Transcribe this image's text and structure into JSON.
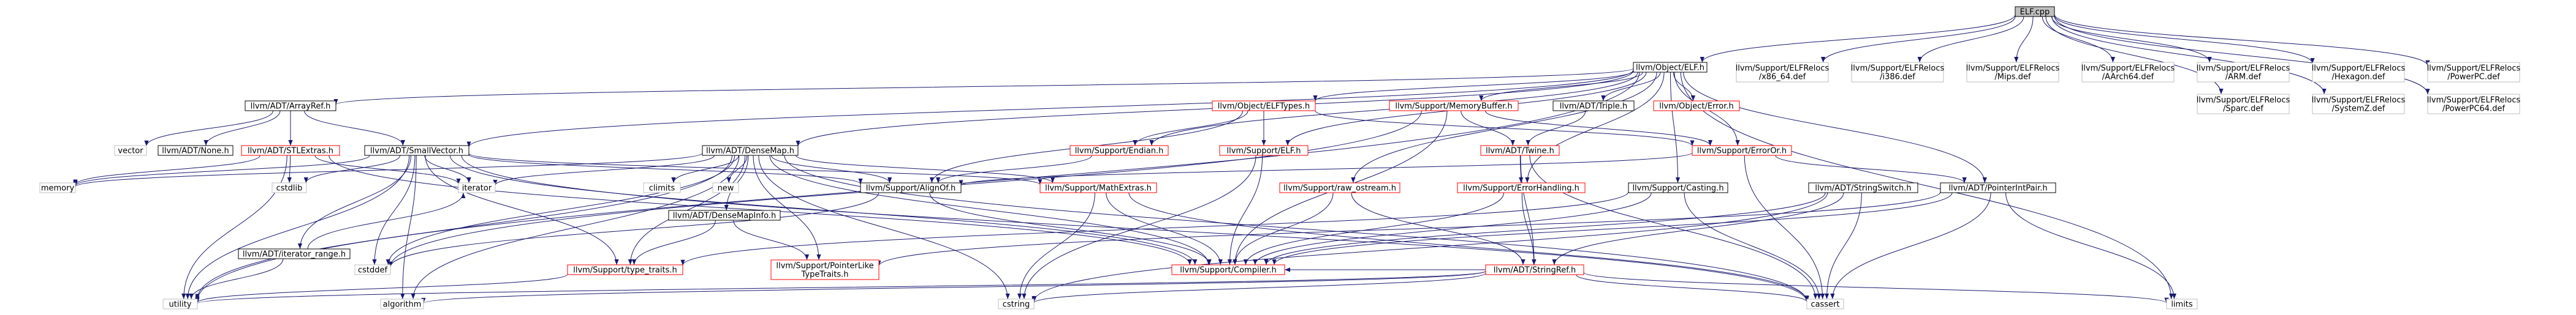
{
  "graph": {
    "colors": {
      "root_fill": "#bfbfbf",
      "node_fill": "#ffffff",
      "doc_border": "#000000",
      "undocumented_border": "#ff0000",
      "external_border": "#bfbfbf",
      "edge": "#191970"
    },
    "nodes": [
      {
        "id": "elf_cpp",
        "lines": [
          "ELF.cpp"
        ],
        "kind": "root"
      },
      {
        "id": "object_elf",
        "lines": [
          "llvm/Object/ELF.h"
        ],
        "kind": "doc"
      },
      {
        "id": "relocs_x86_64",
        "lines": [
          "llvm/Support/ELFRelocs",
          "/x86_64.def"
        ],
        "kind": "external"
      },
      {
        "id": "relocs_i386",
        "lines": [
          "llvm/Support/ELFRelocs",
          "/i386.def"
        ],
        "kind": "external"
      },
      {
        "id": "relocs_mips",
        "lines": [
          "llvm/Support/ELFRelocs",
          "/Mips.def"
        ],
        "kind": "external"
      },
      {
        "id": "relocs_aarch64",
        "lines": [
          "llvm/Support/ELFRelocs",
          "/AArch64.def"
        ],
        "kind": "external"
      },
      {
        "id": "relocs_arm",
        "lines": [
          "llvm/Support/ELFRelocs",
          "/ARM.def"
        ],
        "kind": "external"
      },
      {
        "id": "relocs_hexagon",
        "lines": [
          "llvm/Support/ELFRelocs",
          "/Hexagon.def"
        ],
        "kind": "external"
      },
      {
        "id": "relocs_ppc",
        "lines": [
          "llvm/Support/ELFRelocs",
          "/PowerPC.def"
        ],
        "kind": "external"
      },
      {
        "id": "relocs_ppc64",
        "lines": [
          "llvm/Support/ELFRelocs",
          "/PowerPC64.def"
        ],
        "kind": "external"
      },
      {
        "id": "relocs_systemz",
        "lines": [
          "llvm/Support/ELFRelocs",
          "/SystemZ.def"
        ],
        "kind": "external"
      },
      {
        "id": "relocs_sparc",
        "lines": [
          "llvm/Support/ELFRelocs",
          "/Sparc.def"
        ],
        "kind": "external"
      },
      {
        "id": "arrayref",
        "lines": [
          "llvm/ADT/ArrayRef.h"
        ],
        "kind": "doc"
      },
      {
        "id": "elftypes",
        "lines": [
          "llvm/Object/ELFTypes.h"
        ],
        "kind": "undoc"
      },
      {
        "id": "memorybuffer",
        "lines": [
          "llvm/Support/MemoryBuffer.h"
        ],
        "kind": "undoc"
      },
      {
        "id": "triple",
        "lines": [
          "llvm/ADT/Triple.h"
        ],
        "kind": "doc"
      },
      {
        "id": "objerror",
        "lines": [
          "llvm/Object/Error.h"
        ],
        "kind": "undoc"
      },
      {
        "id": "vector",
        "lines": [
          "vector"
        ],
        "kind": "external"
      },
      {
        "id": "none",
        "lines": [
          "llvm/ADT/None.h"
        ],
        "kind": "doc"
      },
      {
        "id": "stlextras",
        "lines": [
          "llvm/ADT/STLExtras.h"
        ],
        "kind": "undoc"
      },
      {
        "id": "smallvector",
        "lines": [
          "llvm/ADT/SmallVector.h"
        ],
        "kind": "doc"
      },
      {
        "id": "densemap",
        "lines": [
          "llvm/ADT/DenseMap.h"
        ],
        "kind": "doc"
      },
      {
        "id": "endian",
        "lines": [
          "llvm/Support/Endian.h"
        ],
        "kind": "undoc"
      },
      {
        "id": "supportelf",
        "lines": [
          "llvm/Support/ELF.h"
        ],
        "kind": "undoc"
      },
      {
        "id": "twine",
        "lines": [
          "llvm/ADT/Twine.h"
        ],
        "kind": "undoc"
      },
      {
        "id": "erroror",
        "lines": [
          "llvm/Support/ErrorOr.h"
        ],
        "kind": "undoc"
      },
      {
        "id": "memory",
        "lines": [
          "memory"
        ],
        "kind": "external"
      },
      {
        "id": "cstdlib",
        "lines": [
          "cstdlib"
        ],
        "kind": "external"
      },
      {
        "id": "iterator",
        "lines": [
          "iterator"
        ],
        "kind": "external"
      },
      {
        "id": "climits",
        "lines": [
          "climits"
        ],
        "kind": "external"
      },
      {
        "id": "new",
        "lines": [
          "new"
        ],
        "kind": "external"
      },
      {
        "id": "alignof",
        "lines": [
          "llvm/Support/AlignOf.h"
        ],
        "kind": "doc"
      },
      {
        "id": "mathextras",
        "lines": [
          "llvm/Support/MathExtras.h"
        ],
        "kind": "undoc"
      },
      {
        "id": "rawostream",
        "lines": [
          "llvm/Support/raw_ostream.h"
        ],
        "kind": "undoc"
      },
      {
        "id": "errorhandling",
        "lines": [
          "llvm/Support/ErrorHandling.h"
        ],
        "kind": "undoc"
      },
      {
        "id": "casting",
        "lines": [
          "llvm/Support/Casting.h"
        ],
        "kind": "doc"
      },
      {
        "id": "stringswitch",
        "lines": [
          "llvm/ADT/StringSwitch.h"
        ],
        "kind": "doc"
      },
      {
        "id": "pointerintpair",
        "lines": [
          "llvm/ADT/PointerIntPair.h"
        ],
        "kind": "doc"
      },
      {
        "id": "densemapinfo",
        "lines": [
          "llvm/ADT/DenseMapInfo.h"
        ],
        "kind": "doc"
      },
      {
        "id": "iterator_range",
        "lines": [
          "llvm/ADT/iterator_range.h"
        ],
        "kind": "doc"
      },
      {
        "id": "cstddef",
        "lines": [
          "cstddef"
        ],
        "kind": "external"
      },
      {
        "id": "typetraits",
        "lines": [
          "llvm/Support/type_traits.h"
        ],
        "kind": "undoc"
      },
      {
        "id": "ptrliketraits",
        "lines": [
          "llvm/Support/PointerLike",
          "TypeTraits.h"
        ],
        "kind": "undoc"
      },
      {
        "id": "compiler",
        "lines": [
          "llvm/Support/Compiler.h"
        ],
        "kind": "undoc"
      },
      {
        "id": "stringref",
        "lines": [
          "llvm/ADT/StringRef.h"
        ],
        "kind": "undoc"
      },
      {
        "id": "utility",
        "lines": [
          "utility"
        ],
        "kind": "external"
      },
      {
        "id": "algorithm",
        "lines": [
          "algorithm"
        ],
        "kind": "external"
      },
      {
        "id": "cstring",
        "lines": [
          "cstring"
        ],
        "kind": "external"
      },
      {
        "id": "cassert",
        "lines": [
          "cassert"
        ],
        "kind": "external"
      },
      {
        "id": "limits",
        "lines": [
          "limits"
        ],
        "kind": "external"
      }
    ],
    "edges": [
      [
        "elf_cpp",
        "object_elf"
      ],
      [
        "elf_cpp",
        "relocs_x86_64"
      ],
      [
        "elf_cpp",
        "relocs_i386"
      ],
      [
        "elf_cpp",
        "relocs_mips"
      ],
      [
        "elf_cpp",
        "relocs_aarch64"
      ],
      [
        "elf_cpp",
        "relocs_arm"
      ],
      [
        "elf_cpp",
        "relocs_hexagon"
      ],
      [
        "elf_cpp",
        "relocs_ppc"
      ],
      [
        "elf_cpp",
        "relocs_ppc64"
      ],
      [
        "elf_cpp",
        "relocs_systemz"
      ],
      [
        "elf_cpp",
        "relocs_sparc"
      ],
      [
        "object_elf",
        "arrayref"
      ],
      [
        "object_elf",
        "smallvector"
      ],
      [
        "object_elf",
        "densemap"
      ],
      [
        "object_elf",
        "elftypes"
      ],
      [
        "object_elf",
        "endian"
      ],
      [
        "object_elf",
        "supportelf"
      ],
      [
        "object_elf",
        "memorybuffer"
      ],
      [
        "object_elf",
        "triple"
      ],
      [
        "object_elf",
        "objerror"
      ],
      [
        "object_elf",
        "erroror"
      ],
      [
        "object_elf",
        "rawostream"
      ],
      [
        "object_elf",
        "errorhandling"
      ],
      [
        "object_elf",
        "casting"
      ],
      [
        "object_elf",
        "pointerintpair"
      ],
      [
        "object_elf",
        "utility"
      ],
      [
        "object_elf",
        "limits"
      ],
      [
        "arrayref",
        "vector"
      ],
      [
        "arrayref",
        "none"
      ],
      [
        "arrayref",
        "stlextras"
      ],
      [
        "arrayref",
        "smallvector"
      ],
      [
        "stlextras",
        "memory"
      ],
      [
        "stlextras",
        "cstdlib"
      ],
      [
        "stlextras",
        "iterator"
      ],
      [
        "stlextras",
        "compiler"
      ],
      [
        "stlextras",
        "utility"
      ],
      [
        "smallvector",
        "memory"
      ],
      [
        "smallvector",
        "iterator"
      ],
      [
        "smallvector",
        "cstdlib"
      ],
      [
        "smallvector",
        "cstddef"
      ],
      [
        "smallvector",
        "alignof"
      ],
      [
        "smallvector",
        "mathextras"
      ],
      [
        "smallvector",
        "iterator_range"
      ],
      [
        "smallvector",
        "typetraits"
      ],
      [
        "smallvector",
        "compiler"
      ],
      [
        "smallvector",
        "algorithm"
      ],
      [
        "smallvector",
        "cassert"
      ],
      [
        "smallvector",
        "utility"
      ],
      [
        "densemap",
        "memory"
      ],
      [
        "densemap",
        "climits"
      ],
      [
        "densemap",
        "new"
      ],
      [
        "densemap",
        "iterator"
      ],
      [
        "densemap",
        "alignof"
      ],
      [
        "densemap",
        "mathextras"
      ],
      [
        "densemap",
        "densemapinfo"
      ],
      [
        "densemap",
        "typetraits"
      ],
      [
        "densemap",
        "compiler"
      ],
      [
        "densemap",
        "ptrliketraits"
      ],
      [
        "densemap",
        "cstddef"
      ],
      [
        "densemap",
        "utility"
      ],
      [
        "densemap",
        "algorithm"
      ],
      [
        "densemap",
        "cstring"
      ],
      [
        "densemap",
        "cassert"
      ],
      [
        "elftypes",
        "endian"
      ],
      [
        "elftypes",
        "supportelf"
      ],
      [
        "elftypes",
        "erroror"
      ],
      [
        "elftypes",
        "alignof"
      ],
      [
        "memorybuffer",
        "twine"
      ],
      [
        "memorybuffer",
        "erroror"
      ],
      [
        "memorybuffer",
        "compiler"
      ],
      [
        "memorybuffer",
        "cstddef"
      ],
      [
        "triple",
        "twine"
      ],
      [
        "twine",
        "errorhandling"
      ],
      [
        "twine",
        "stringref"
      ],
      [
        "twine",
        "cassert"
      ],
      [
        "endian",
        "alignof"
      ],
      [
        "supportelf",
        "compiler"
      ],
      [
        "supportelf",
        "cstring"
      ],
      [
        "erroror",
        "alignof"
      ],
      [
        "erroror",
        "pointerintpair"
      ],
      [
        "erroror",
        "cassert"
      ],
      [
        "alignof",
        "compiler"
      ],
      [
        "alignof",
        "cstddef"
      ],
      [
        "mathextras",
        "compiler"
      ],
      [
        "mathextras",
        "cstring"
      ],
      [
        "mathextras",
        "cassert"
      ],
      [
        "rawostream",
        "stringref"
      ],
      [
        "rawostream",
        "compiler"
      ],
      [
        "errorhandling",
        "stringref"
      ],
      [
        "errorhandling",
        "compiler"
      ],
      [
        "casting",
        "typetraits"
      ],
      [
        "casting",
        "compiler"
      ],
      [
        "casting",
        "cassert"
      ],
      [
        "stringswitch",
        "stringref"
      ],
      [
        "stringswitch",
        "compiler"
      ],
      [
        "stringswitch",
        "cstring"
      ],
      [
        "stringswitch",
        "cassert"
      ],
      [
        "pointerintpair",
        "ptrliketraits"
      ],
      [
        "pointerintpair",
        "compiler"
      ],
      [
        "pointerintpair",
        "cassert"
      ],
      [
        "pointerintpair",
        "limits"
      ],
      [
        "densemapinfo",
        "ptrliketraits"
      ],
      [
        "densemapinfo",
        "typetraits"
      ],
      [
        "iterator_range",
        "utility"
      ],
      [
        "iterator_range",
        "iterator"
      ],
      [
        "typetraits",
        "utility"
      ],
      [
        "stringref",
        "algorithm"
      ],
      [
        "stringref",
        "cassert"
      ],
      [
        "stringref",
        "cstring"
      ],
      [
        "stringref",
        "limits"
      ],
      [
        "stringref",
        "utility"
      ],
      [
        "stringref",
        "compiler"
      ]
    ]
  }
}
